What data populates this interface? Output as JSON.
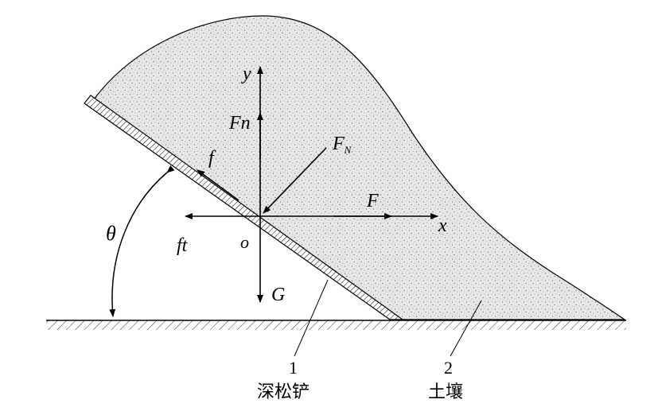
{
  "labels": {
    "y_axis": "y",
    "x_axis": "x",
    "origin": "o",
    "theta": "θ",
    "fn": "Fn",
    "f_big_n": "F",
    "f_big_n_sub": "N",
    "f_small": "f",
    "force_f": "F",
    "ft": "ft",
    "gravity": "G"
  },
  "callouts": {
    "item1_number": "1",
    "item1_name": "深松铲",
    "item2_number": "2",
    "item2_name": "土壤"
  },
  "colors": {
    "ink": "#000000",
    "soil_fill": "#e6e6e6",
    "background": "#ffffff"
  }
}
